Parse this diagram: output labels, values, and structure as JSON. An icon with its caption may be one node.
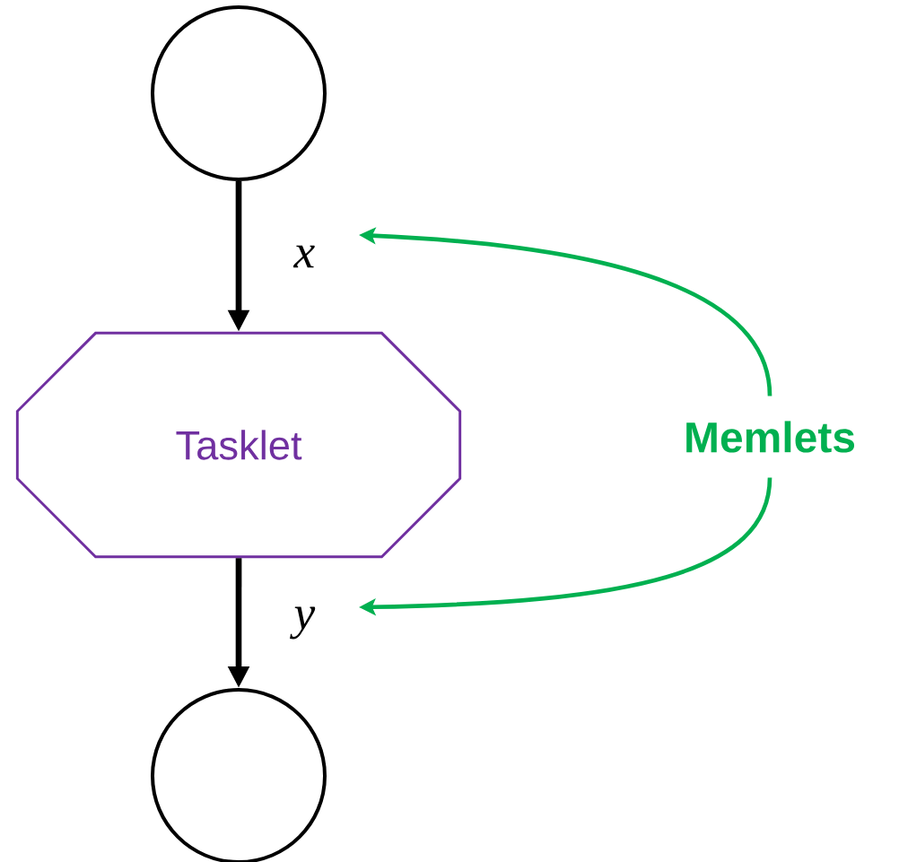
{
  "diagram": {
    "nodes": [
      {
        "text": [],
        "shape": "circle"
      },
      {
        "text": [
          "Tasklet"
        ]
      },
      {
        "text": [],
        "shape": "circle"
      },
      {
        "text": [
          "Memlets"
        ]
      }
    ],
    "edges": [
      {
        "from": 0,
        "to": 1,
        "arrow": "to",
        "label": "x"
      },
      {
        "from": 1,
        "to": 2,
        "arrow": "to",
        "label": "y"
      },
      {
        "from": 3,
        "to": null,
        "arrow": "to",
        "color": "#00b050"
      },
      {
        "from": 3,
        "to": null,
        "arrow": "to",
        "color": "#00b050"
      }
    ]
  }
}
